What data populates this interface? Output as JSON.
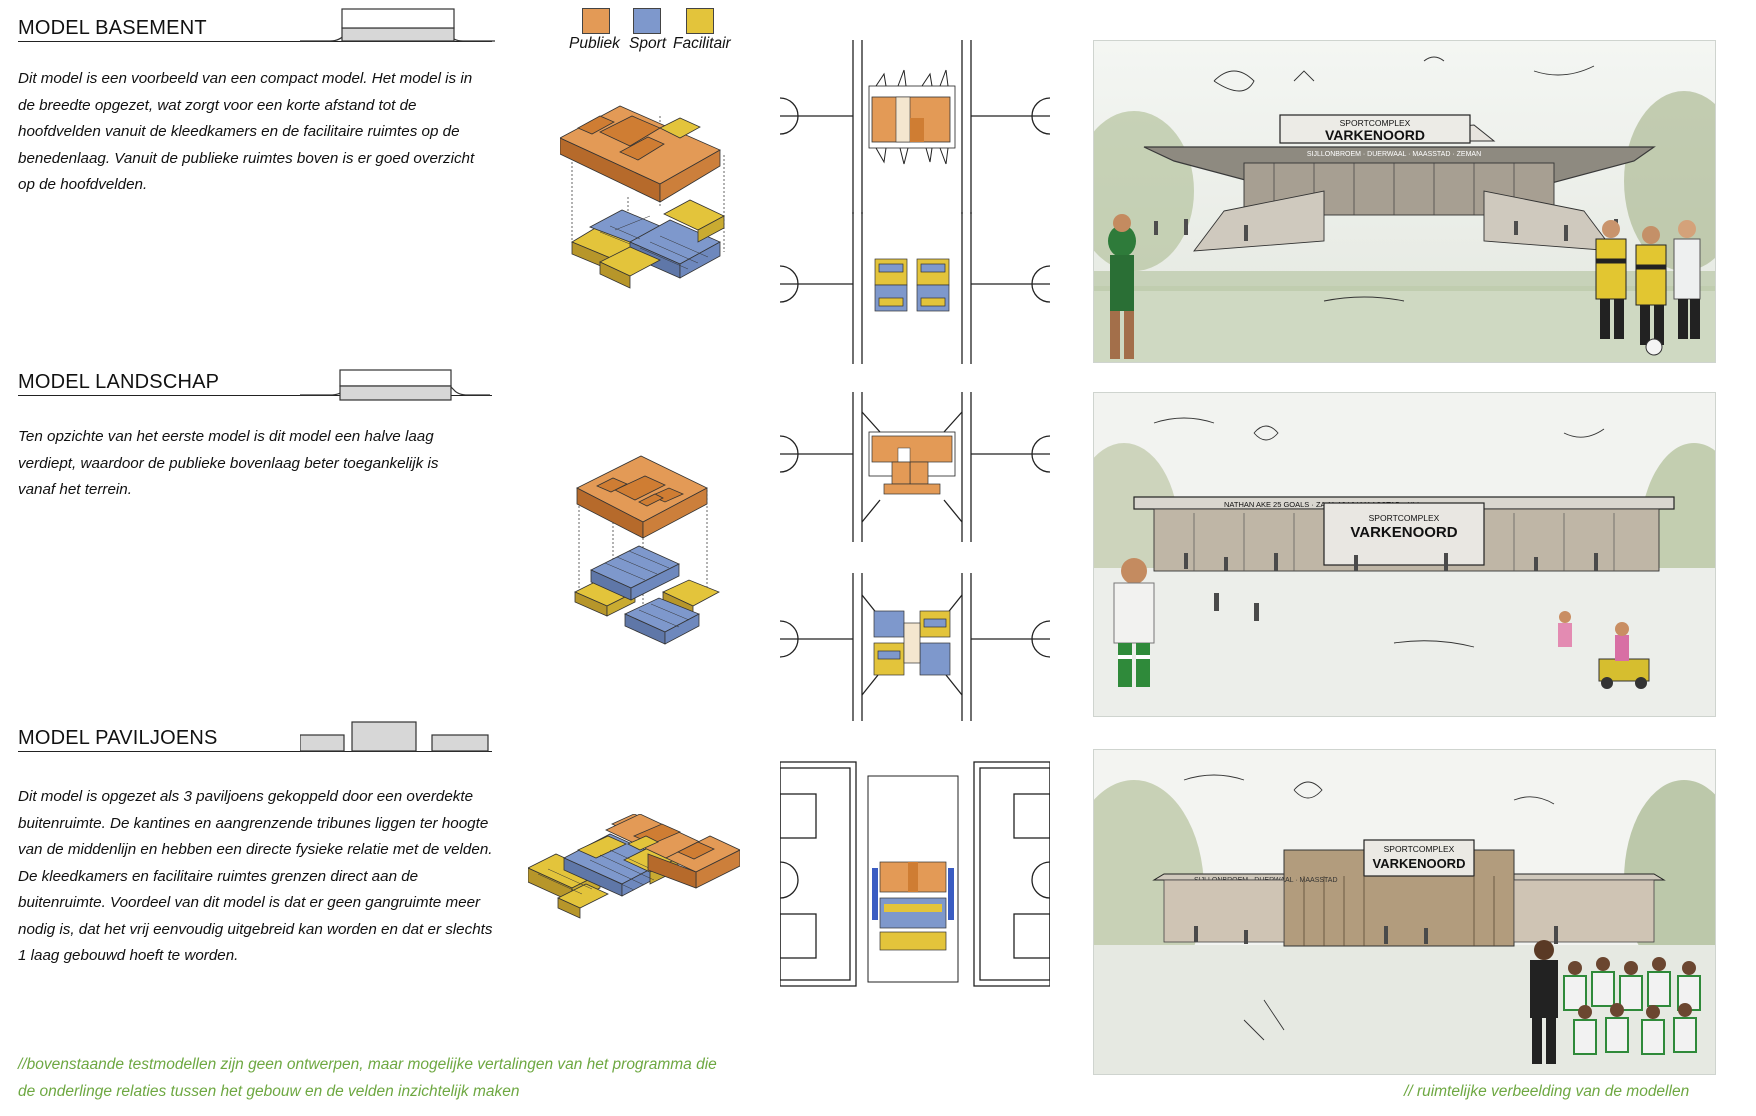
{
  "legend": [
    {
      "label": "Publiek",
      "color": "#e39a56"
    },
    {
      "label": "Sport",
      "color": "#7e98cc"
    },
    {
      "label": "Facilitair",
      "color": "#e3c43b"
    }
  ],
  "models": [
    {
      "title": "MODEL BASEMENT",
      "text": "Dit model is een voorbeeld van een compact model. Het model is in de breedte opgezet, wat zorgt voor een korte afstand tot de hoofdvelden vanuit de kleedkamers en de facilitaire ruimtes op de benedenlaag. Vanuit de publieke ruimtes boven is er goed overzicht op de hoofdvelden.",
      "sign": [
        "SPORTCOMPLEX",
        "VARKENOORD"
      ],
      "billboard": "SIJLLONBROEM · DUERWAAL · MAASSTAD · ZEMAN"
    },
    {
      "title": "MODEL LANDSCHAP",
      "text": "Ten opzichte van het eerste model is dit model een halve laag verdiept, waardoor de publieke bovenlaag beter toegankelijk is vanaf het terrein.",
      "sign": [
        "SPORTCOMPLEX",
        "VARKENOORD"
      ],
      "billboard": "NATHAN AKE 25 GOALS · ZA 11-10 VV MAASSTAD - ULI"
    },
    {
      "title": "MODEL PAVILJOENS",
      "text": "Dit model is opgezet als 3 paviljoens gekoppeld door een overdekte buitenruimte. De kantines en aangrenzende tribunes liggen ter hoogte van de middenlijn en hebben een directe fysieke relatie met de velden. De kleedkamers en facilitaire ruimtes grenzen direct aan de buitenruimte. Voordeel van dit model is dat er geen gangruimte meer nodig is, dat het vrij eenvoudig uitgebreid kan worden en dat er slechts 1 laag gebouwd hoeft te worden.",
      "sign": [
        "SPORTCOMPLEX",
        "VARKENOORD"
      ],
      "billboard": "SIJLLONBROEM · DUERWAAL · MAASSTAD"
    }
  ],
  "footer": {
    "left_line1": "//bovenstaande testmodellen zijn geen ontwerpen, maar mogelijke vertalingen van het programma die",
    "left_line2": "de onderlinge relaties tussen het gebouw en de velden inzichtelijk maken",
    "right": "// ruimtelijke verbeelding van de modellen"
  }
}
